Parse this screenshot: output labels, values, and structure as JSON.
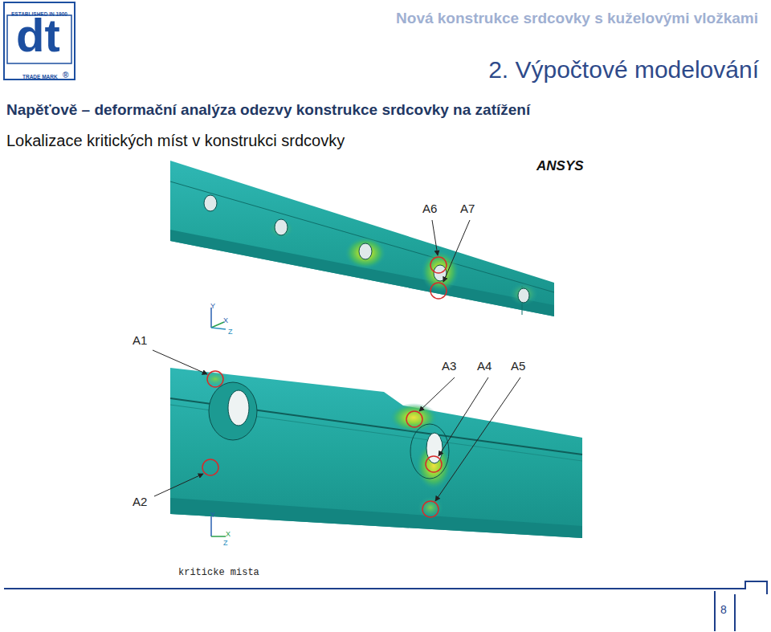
{
  "diagram": {
    "title": "Nová konstrukce srdcovky s kuželovými vložkami",
    "labels": [
      "ESTABLISHED IN 1900",
      "dt",
      "TRADE MARK",
      "®",
      "2. Výpočtové modelování",
      "Napěťově – deformační analýza odezvy konstrukce srdcovky na zatížení",
      "Lokalizace kritických míst v konstrukci srdcovky",
      "ANSYS",
      "A6",
      "A7",
      "Y",
      "X",
      "Z",
      "A1",
      "A3",
      "A4",
      "A5",
      "A2",
      "Y",
      "X",
      "Z",
      "kriticke mista",
      "8"
    ]
  }
}
